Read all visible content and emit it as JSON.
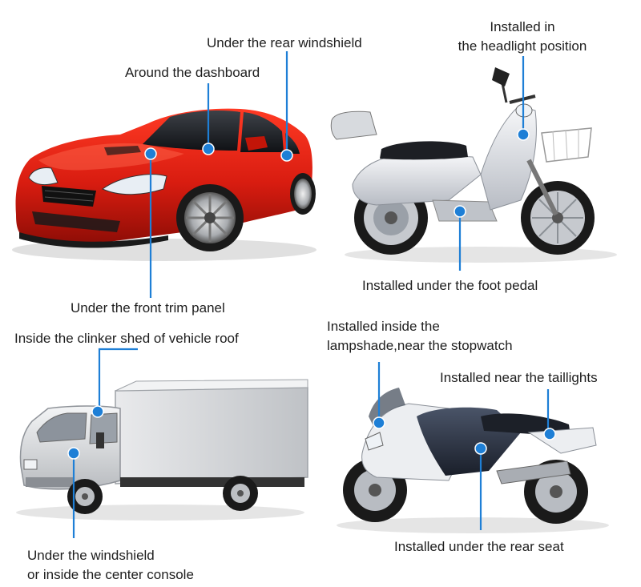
{
  "labels": {
    "rear_windshield": "Under the rear windshield",
    "dashboard": "Around the dashboard",
    "front_trim": "Under the front trim panel",
    "headlight_l1": "Installed in",
    "headlight_l2": "the headlight position",
    "foot_pedal": "Installed under the foot pedal",
    "roof_shed": "Inside the clinker shed of vehicle roof",
    "windshield_l1": "Under the windshield",
    "windshield_l2": "or inside the center console",
    "lampshade_l1": "Installed inside the",
    "lampshade_l2": "lampshade,near the stopwatch",
    "taillights": "Installed near the taillights",
    "rear_seat": "Installed under the rear seat"
  },
  "colors": {
    "leader_line": "#1e7fd6",
    "marker": "#1e7fd6",
    "car_body": "#d81c10",
    "truck_box": "#d9dbde",
    "scooter_body": "#e6e8ec",
    "motorcycle_body": "#2c3444"
  }
}
